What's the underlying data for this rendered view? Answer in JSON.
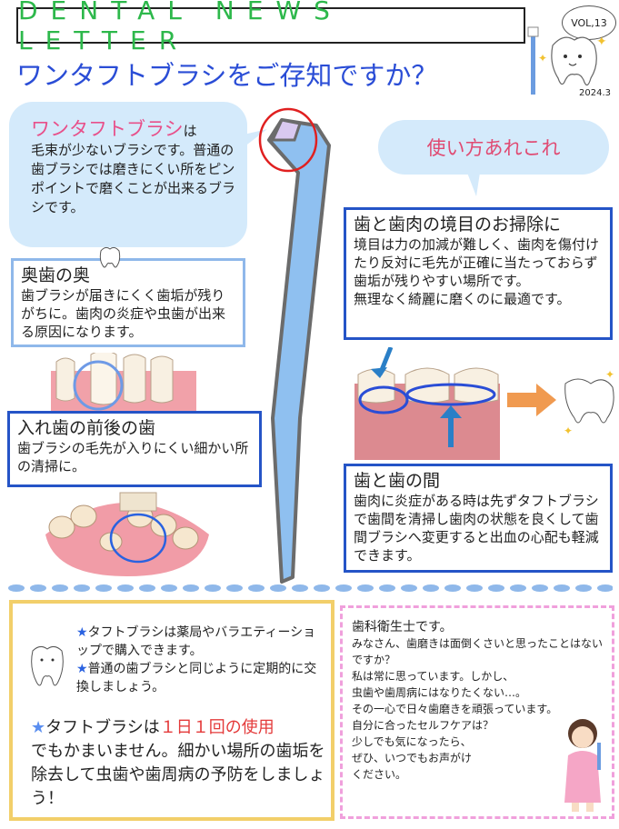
{
  "header": {
    "newsletter_title": "DENTAL NEWS LETTER",
    "volume": "VOL,13",
    "date": "2024.3"
  },
  "main_title": "ワンタフトブラシをご存知ですか？",
  "intro": {
    "term": "ワンタフトブラシ",
    "suffix": "は",
    "body": "毛束が少ないブラシです。普通の歯ブラシでは磨きにくい所をピンポイントで磨くことが出来るブラシです。"
  },
  "usage_bubble": "使い方あれこれ",
  "sections": {
    "molar": {
      "heading": "奥歯の奥",
      "body": "歯ブラシが届きにくく歯垢が残りがちに。歯肉の炎症や虫歯が出来る原因になります。"
    },
    "crooked": {
      "heading": "入れ歯の前後の歯",
      "body": "歯ブラシの毛先が入りにくい細かい所の清掃に。"
    },
    "gumline": {
      "heading": "歯と歯肉の境目のお掃除に",
      "body": "境目は力の加減が難しく、歯肉を傷付けたり反対に毛先が正確に当たっておらず歯垢が残りやすい場所です。\n無理なく綺麗に磨くのに最適です。"
    },
    "between": {
      "heading": "歯と歯の間",
      "body": "歯肉に炎症がある時は先ずタフトブラシで歯間を清掃し歯肉の状態を良くして歯間ブラシへ変更すると出血の心配も軽減できます。"
    }
  },
  "tips": {
    "tip1": "タフトブラシは薬局やバラエティーショップで購入できます。",
    "tip2": "普通の歯ブラシと同じように定期的に交換しましょう。",
    "big_prefix": "タフトブラシは",
    "big_highlight": "１日１回の使用",
    "big_rest": "でもかまいません。細かい場所の歯垢を除去して虫歯や歯周病の予防をしましょう！",
    "star": "★"
  },
  "hygienist": {
    "lines": [
      "歯科衛生士です。",
      "みなさん、歯磨きは面倒くさいと思ったことはないですか？",
      "私は常に思っています。しかし、",
      "虫歯や歯周病にはなりたくない…。",
      "その一心で日々歯磨きを頑張っています。",
      "自分に合ったセルフケアは？",
      "少しでも気になったら、",
      "ぜひ、いつでもお声がけ",
      "ください。"
    ]
  },
  "colors": {
    "header_green": "#2db84b",
    "title_blue": "#2a4dd6",
    "accent_pink": "#e8508a",
    "box_blue": "#2554c7",
    "box_light_blue": "#8fb8ea",
    "tip_yellow": "#f2cf6a",
    "dash_pink": "#f0a0dc",
    "brush_blue": "#88b9ee"
  },
  "icons": [
    "tooth-mascot-icon",
    "toothbrush-icon",
    "sparkle-icon",
    "star-icon",
    "arrow-icon"
  ]
}
